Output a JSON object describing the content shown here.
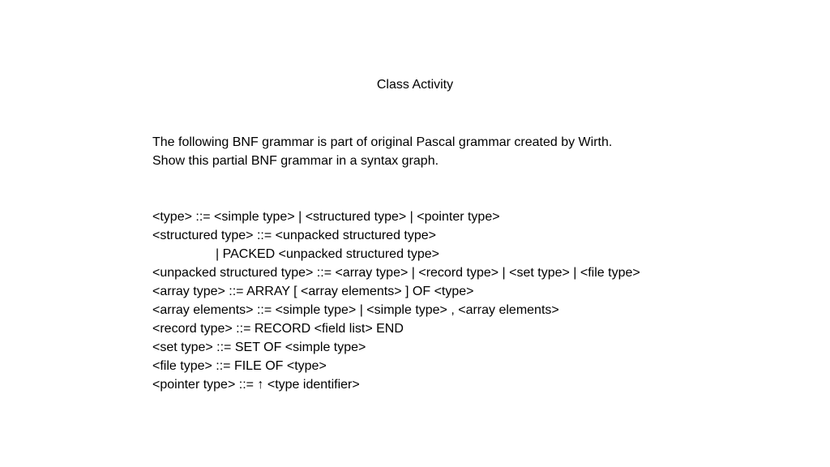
{
  "slide": {
    "title": "Class Activity",
    "intro": [
      "The following BNF grammar is part of original Pascal grammar created by Wirth.",
      "Show this partial BNF grammar in a syntax graph."
    ],
    "grammar": [
      "<type> ::= <simple type> | <structured type> | <pointer type>",
      "<structured type> ::= <unpacked structured type>",
      "| PACKED <unpacked structured type>",
      "<unpacked structured type> ::= <array type> | <record type> | <set type> | <file type>",
      "<array type> ::= ARRAY [ <array elements> ] OF <type>",
      "<array elements> ::= <simple type> | <simple type> , <array elements>",
      "<record type> ::= RECORD <field list> END",
      "<set type> ::= SET OF <simple type>",
      "<file type> ::= FILE OF <type>",
      "<pointer type> ::= ↑ <type identifier>"
    ]
  }
}
